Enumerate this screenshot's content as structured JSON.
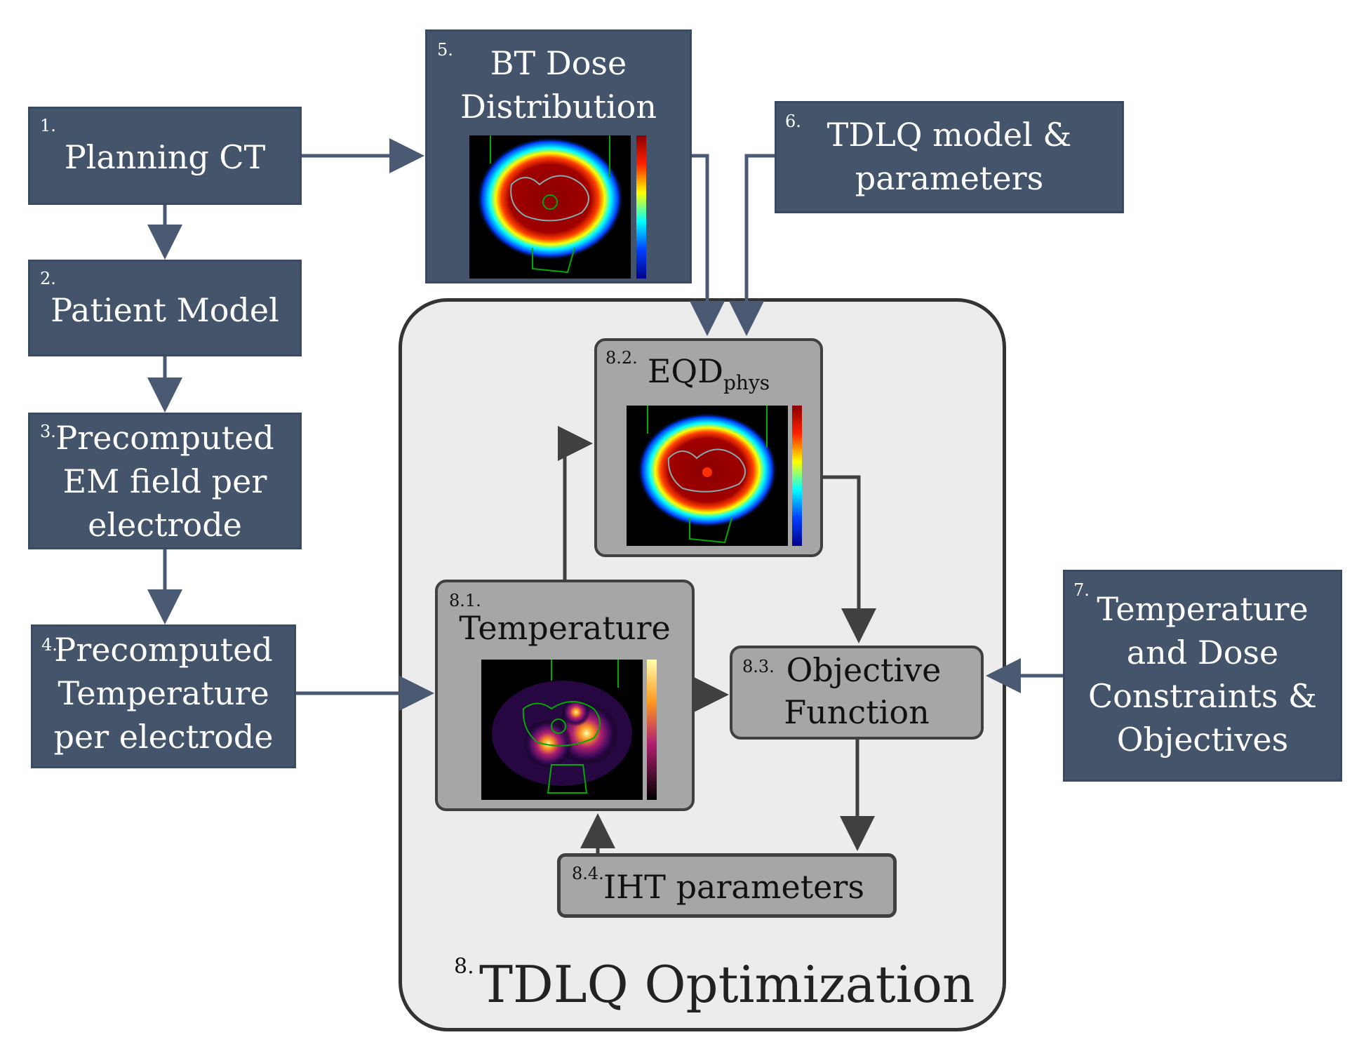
{
  "boxes": {
    "b1": {
      "num": "1.",
      "lines": [
        "Planning CT"
      ]
    },
    "b2": {
      "num": "2.",
      "lines": [
        "Patient Model"
      ]
    },
    "b3": {
      "num": "3.",
      "lines": [
        "Precomputed",
        "EM field per",
        "electrode"
      ]
    },
    "b4": {
      "num": "4.",
      "lines": [
        "Precomputed",
        "Temperature",
        "per electrode"
      ]
    },
    "b5": {
      "num": "5.",
      "lines": [
        "BT Dose",
        "Distribution"
      ]
    },
    "b6": {
      "num": "6.",
      "lines": [
        "TDLQ model &",
        "parameters"
      ]
    },
    "b7": {
      "num": "7.",
      "lines": [
        "Temperature",
        "and Dose",
        "Constraints &",
        "Objectives"
      ]
    }
  },
  "optimization": {
    "num": "8.",
    "title": "TDLQ Optimization",
    "eqd": {
      "num": "8.2.",
      "label": "EQD",
      "sub": "phys"
    },
    "temperature": {
      "num": "8.1.",
      "label": "Temperature"
    },
    "objective": {
      "num": "8.3.",
      "lines": [
        "Objective",
        "Function"
      ]
    },
    "iht": {
      "num": "8.4.",
      "label": "IHT parameters"
    }
  },
  "colors": {
    "box_fill": "#44546a",
    "arrow": "#4a5a72",
    "inner_fill": "#a6a6a6",
    "outer_fill": "#ececec"
  }
}
